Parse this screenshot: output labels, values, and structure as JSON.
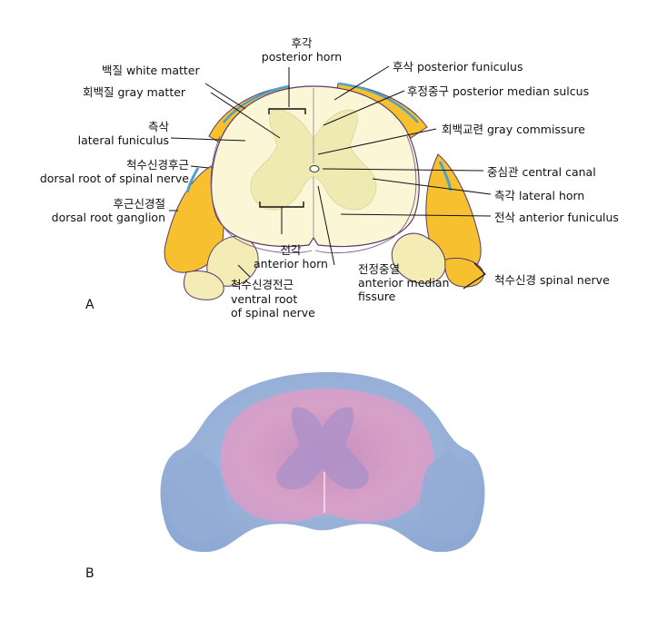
{
  "panels": {
    "a": "A",
    "b": "B"
  },
  "labels": {
    "posterior_horn_ko": "후각",
    "posterior_horn_en": "posterior horn",
    "white_matter": "백질 white matter",
    "gray_matter": "회백질 gray matter",
    "lateral_funiculus_ko": "측삭",
    "lateral_funiculus_en": "lateral funiculus",
    "dorsal_root_ko": "척수신경후근",
    "dorsal_root_en": "dorsal root of spinal nerve",
    "dorsal_root_ganglion_ko": "후근신경절",
    "dorsal_root_ganglion_en": "dorsal root ganglion",
    "anterior_horn_ko": "전각",
    "anterior_horn_en": "anterior horn",
    "ventral_root_ko": "척수신경전근",
    "ventral_root_en1": "ventral root",
    "ventral_root_en2": "of spinal nerve",
    "anterior_median_fissure_ko": "전정중열",
    "anterior_median_fissure_en1": "anterior median",
    "anterior_median_fissure_en2": "fissure",
    "posterior_funiculus": "후삭  posterior funiculus",
    "posterior_median_sulcus": "후정중구  posterior median sulcus",
    "gray_commissure": "회백교련 gray commissure",
    "central_canal": "중심관 central canal",
    "lateral_horn": "측각 lateral horn",
    "anterior_funiculus": "전삭  anterior funiculus",
    "spinal_nerve": "척수신경  spinal nerve"
  },
  "colors": {
    "white_matter": "#fbf7d6",
    "gray_matter": "#eeeab2",
    "ganglion": "#f7c02e",
    "root": "#f3ecb4",
    "pia": "#4d9fcc",
    "outline": "#5a3a6e",
    "histology_white": "#9fb5d8",
    "histology_gray": "#d49ac4"
  }
}
